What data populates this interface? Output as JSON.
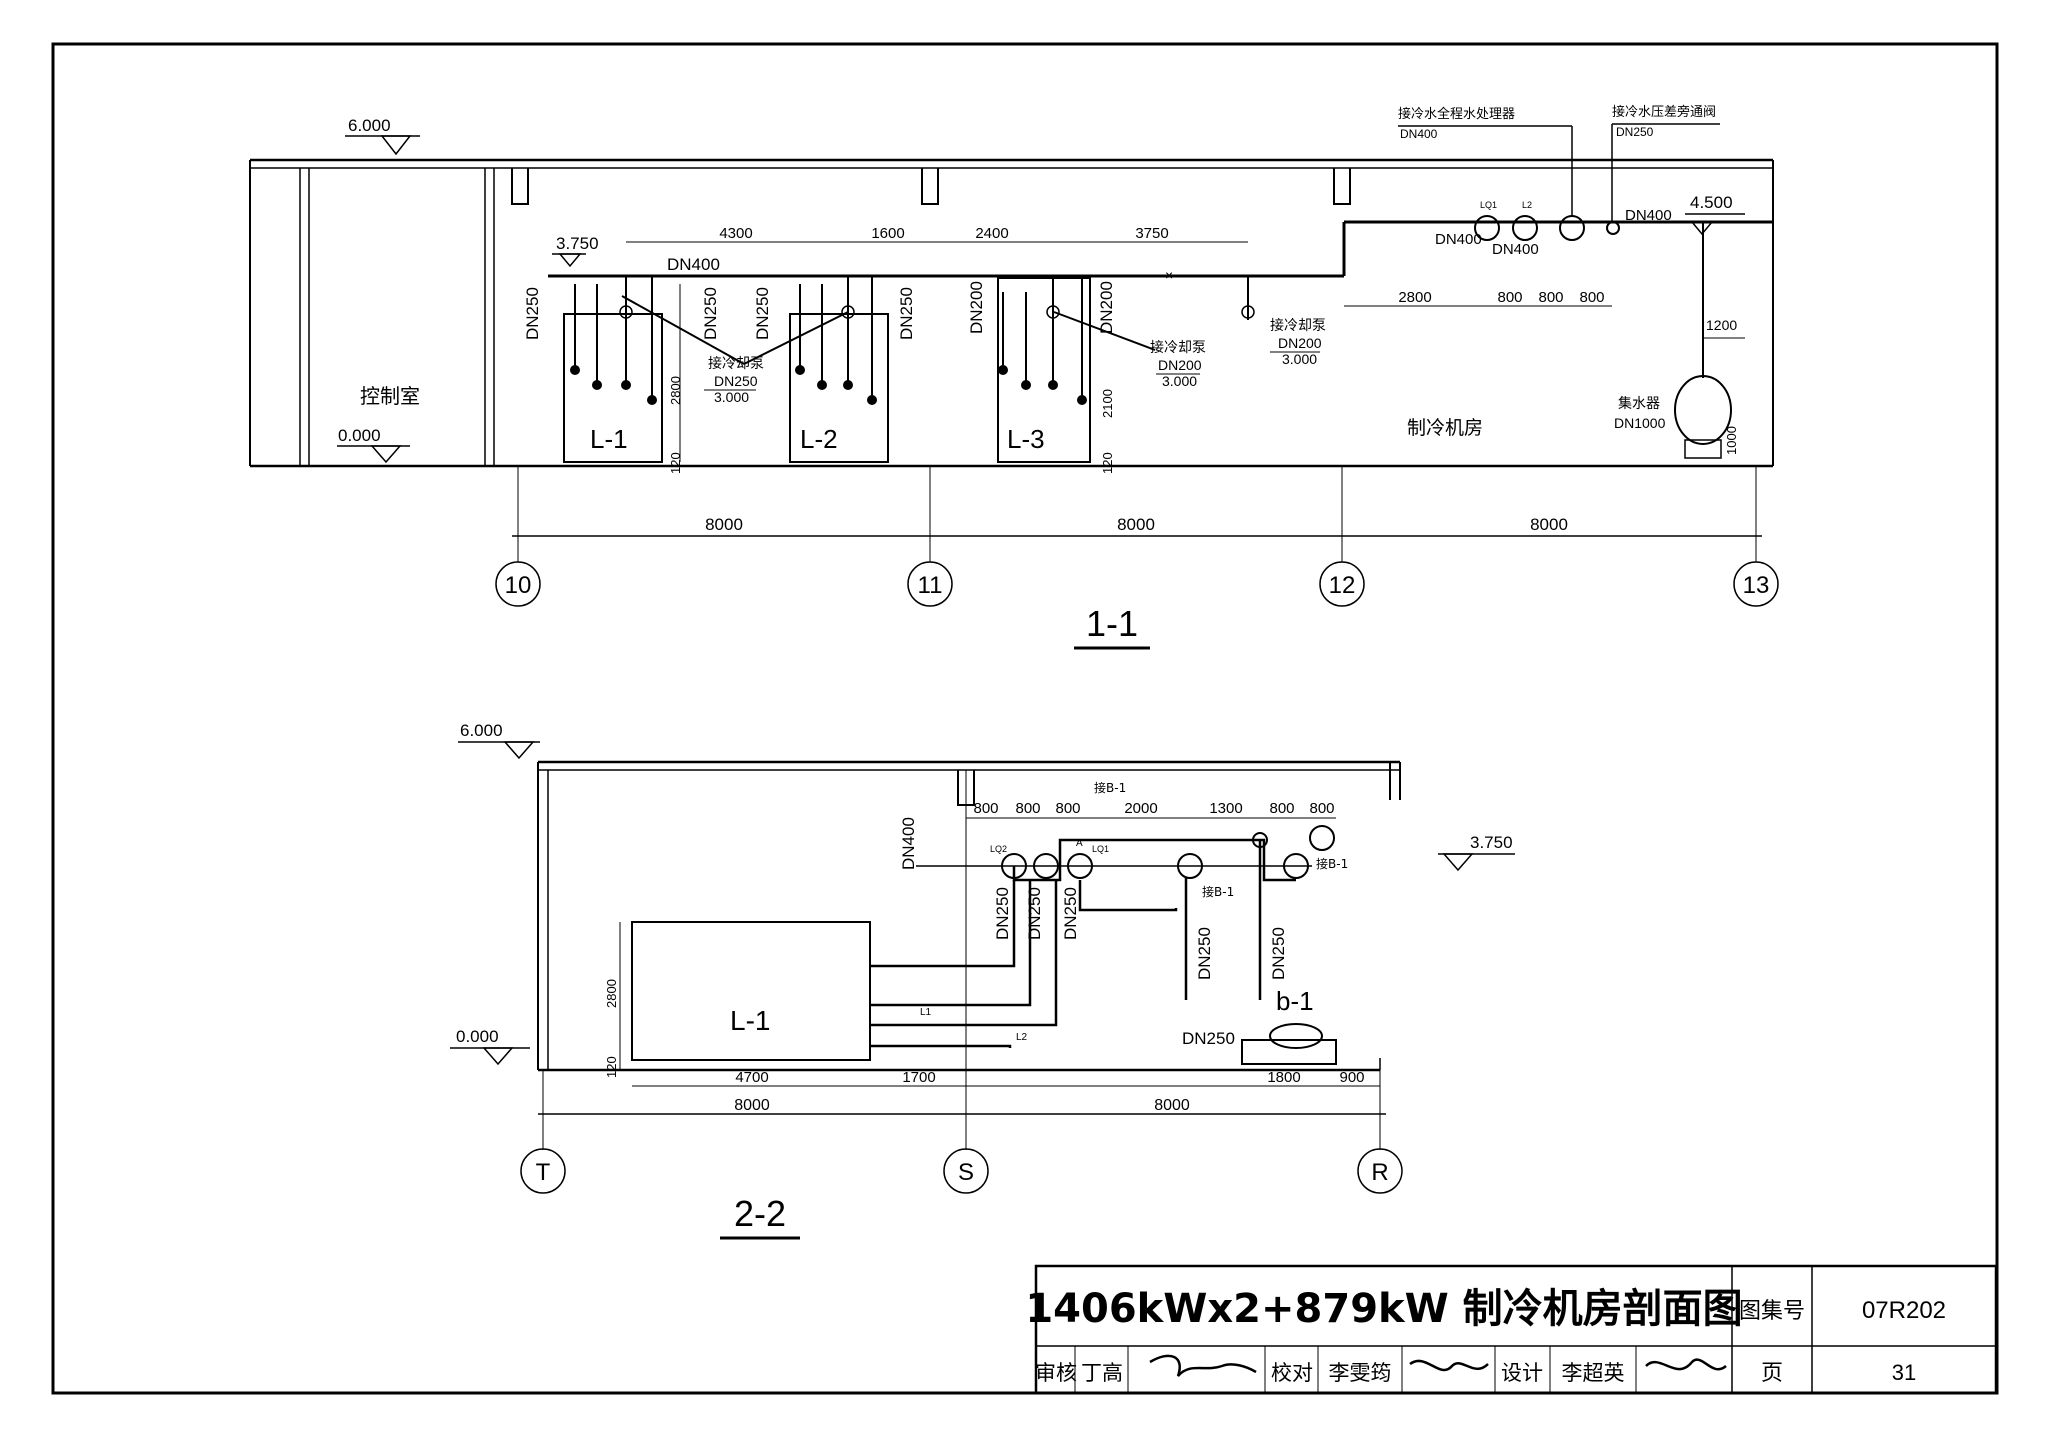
{
  "section_1_1": {
    "title": "1-1",
    "elevations": {
      "roof": "6.000",
      "pipe_main": "3.750",
      "floor": "0.000",
      "pipe_right": "4.500"
    },
    "rooms": {
      "control_room": "控制室",
      "machine_room": "制冷机房"
    },
    "chillers": [
      "L-1",
      "L-2",
      "L-3"
    ],
    "axes": [
      "10",
      "11",
      "12",
      "13"
    ],
    "axis_spans": [
      "8000",
      "8000",
      "8000"
    ],
    "top_dims": [
      "4300",
      "1600",
      "2400",
      "3750"
    ],
    "right_dims": [
      "2800",
      "800",
      "800",
      "800"
    ],
    "pipe_labels": {
      "main": "DN400",
      "dn250": "DN250",
      "dn200": "DN200",
      "dn400": "DN400",
      "lq1": "LQ1",
      "l2": "L2",
      "ch_h1": "2800",
      "ch_base": "120",
      "ch_h3": "2100",
      "tank_off": "1200",
      "tank_h": "1000"
    },
    "pumps": [
      {
        "label": "接冷却泵",
        "size": "DN250",
        "elev": "3.000"
      },
      {
        "label": "接冷却泵",
        "size": "DN200",
        "elev": "3.000"
      },
      {
        "label": "接冷却泵",
        "size": "DN200",
        "elev": "3.000"
      }
    ],
    "callouts": {
      "water_treatment": "接冷水全程水处理器",
      "water_treatment_size": "DN400",
      "bypass_valve": "接冷水压差旁通阀",
      "bypass_size": "DN250"
    },
    "collector": {
      "label": "集水器",
      "size": "DN1000"
    }
  },
  "section_2_2": {
    "title": "2-2",
    "elevations": {
      "roof": "6.000",
      "pipe": "3.750",
      "floor": "0.000"
    },
    "chiller": "L-1",
    "pump": "b-1",
    "pump_size": "DN250",
    "axes": [
      "T",
      "S",
      "R"
    ],
    "axis_spans": [
      "8000",
      "8000"
    ],
    "top_dims": [
      "800",
      "800",
      "800",
      "2000",
      "1300",
      "800",
      "800"
    ],
    "bottom_dims": [
      "4700",
      "1700",
      "1800",
      "900"
    ],
    "pipe_labels": {
      "dn400": "DN400",
      "dn250": "DN250",
      "to_b1": "接B-1",
      "lq2": "LQ2",
      "lq1": "LQ1",
      "l1": "L1",
      "l2": "L2",
      "a": "A",
      "ch_h": "2800",
      "ch_base": "120"
    }
  },
  "title_block": {
    "title": "1406kWx2+879kW 制冷机房剖面图",
    "atlas_label": "图集号",
    "atlas_no": "07R202",
    "page_label": "页",
    "page_no": "31",
    "review_label": "审核",
    "reviewer": "丁高",
    "check_label": "校对",
    "checker": "李雯筠",
    "design_label": "设计",
    "designer": "李超英"
  }
}
